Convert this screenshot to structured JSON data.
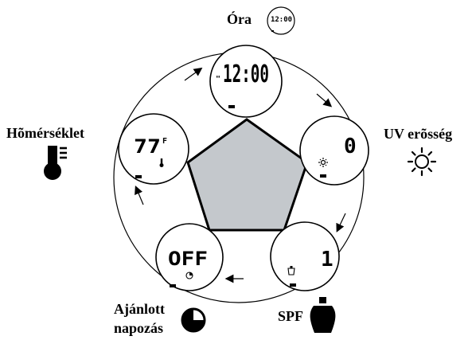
{
  "modes": {
    "ora": {
      "label": "Óra",
      "icon_text": "12:00",
      "display": "12:00",
      "display_prefix": "\"",
      "icon": "clock-display-icon"
    },
    "uv": {
      "label": "UV erõsség",
      "display": "0",
      "icon": "sun-icon"
    },
    "spf": {
      "label": "SPF",
      "display": "1",
      "icon": "bottle-icon"
    },
    "ajanlott": {
      "label_line1": "Ajánlott",
      "label_line2": "napozás",
      "display": "OFF",
      "icon": "timer-pie-icon"
    },
    "homerseklet": {
      "label": "Hõmérséklet",
      "display": "77",
      "unit": "F",
      "icon": "thermometer-icon"
    }
  },
  "center": {
    "shape": "pentagon",
    "fill": "#c4c8cc"
  }
}
